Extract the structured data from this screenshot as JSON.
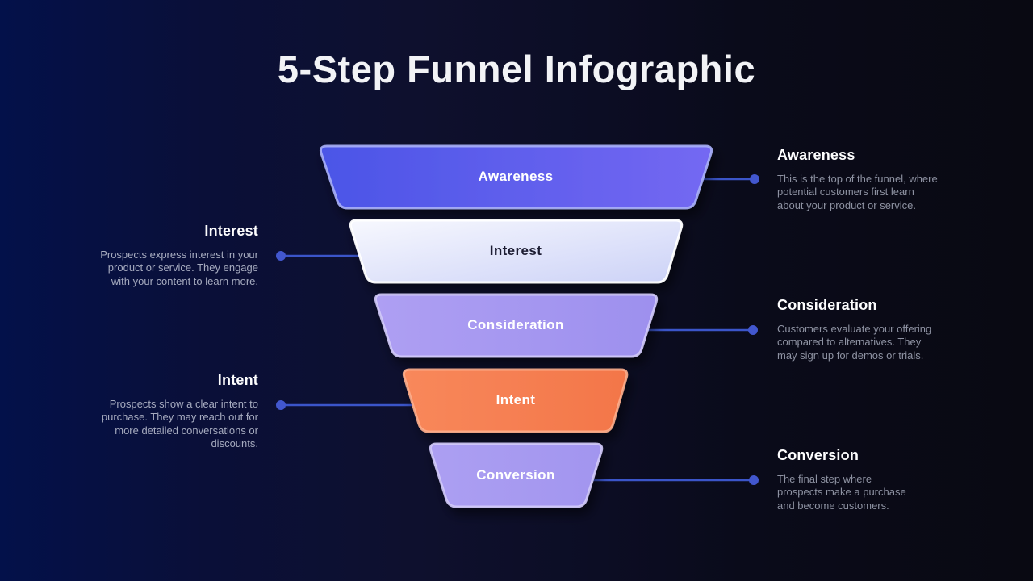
{
  "title": "5-Step Funnel Infographic",
  "steps": [
    {
      "id": "awareness",
      "label": "Awareness",
      "callout_title": "Awareness",
      "description": "This is the top of the funnel, where\npotential customers first learn\nabout your product or service.",
      "side": "right",
      "color": "#5d5dea"
    },
    {
      "id": "interest",
      "label": "Interest",
      "callout_title": "Interest",
      "description": "Prospects express interest in your\nproduct or service. They engage\nwith your content to learn more.",
      "side": "left",
      "color": "#e3e6fb"
    },
    {
      "id": "consideration",
      "label": "Consideration",
      "callout_title": "Consideration",
      "description": "Customers evaluate your offering\ncompared to alternatives. They\nmay sign up for demos or trials.",
      "side": "right",
      "color": "#a79af0"
    },
    {
      "id": "intent",
      "label": "Intent",
      "callout_title": "Intent",
      "description": "Prospects show a clear intent to\npurchase. They may reach out for\nmore detailed conversations or\ndiscounts.",
      "side": "left",
      "color": "#f5814e"
    },
    {
      "id": "conversion",
      "label": "Conversion",
      "callout_title": "Conversion",
      "description": "The final step where\nprospects make a purchase\nand become customers.",
      "side": "right",
      "color": "#a89cf1"
    }
  ],
  "connector_color": "#3b55c9",
  "background_left_color": "#03114a",
  "background_right_color": "#090912"
}
